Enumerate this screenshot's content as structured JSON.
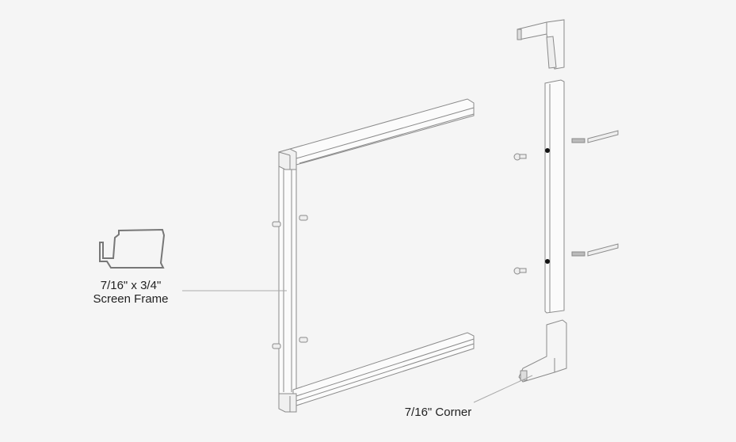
{
  "labels": {
    "frame_size": "7/16\" x 3/4\"",
    "frame_name": "Screen Frame",
    "corner": "7/16\" Corner"
  },
  "colors": {
    "line": "#8a8a8a",
    "fill": "#fafafa",
    "shade": "#e2e2e2"
  }
}
